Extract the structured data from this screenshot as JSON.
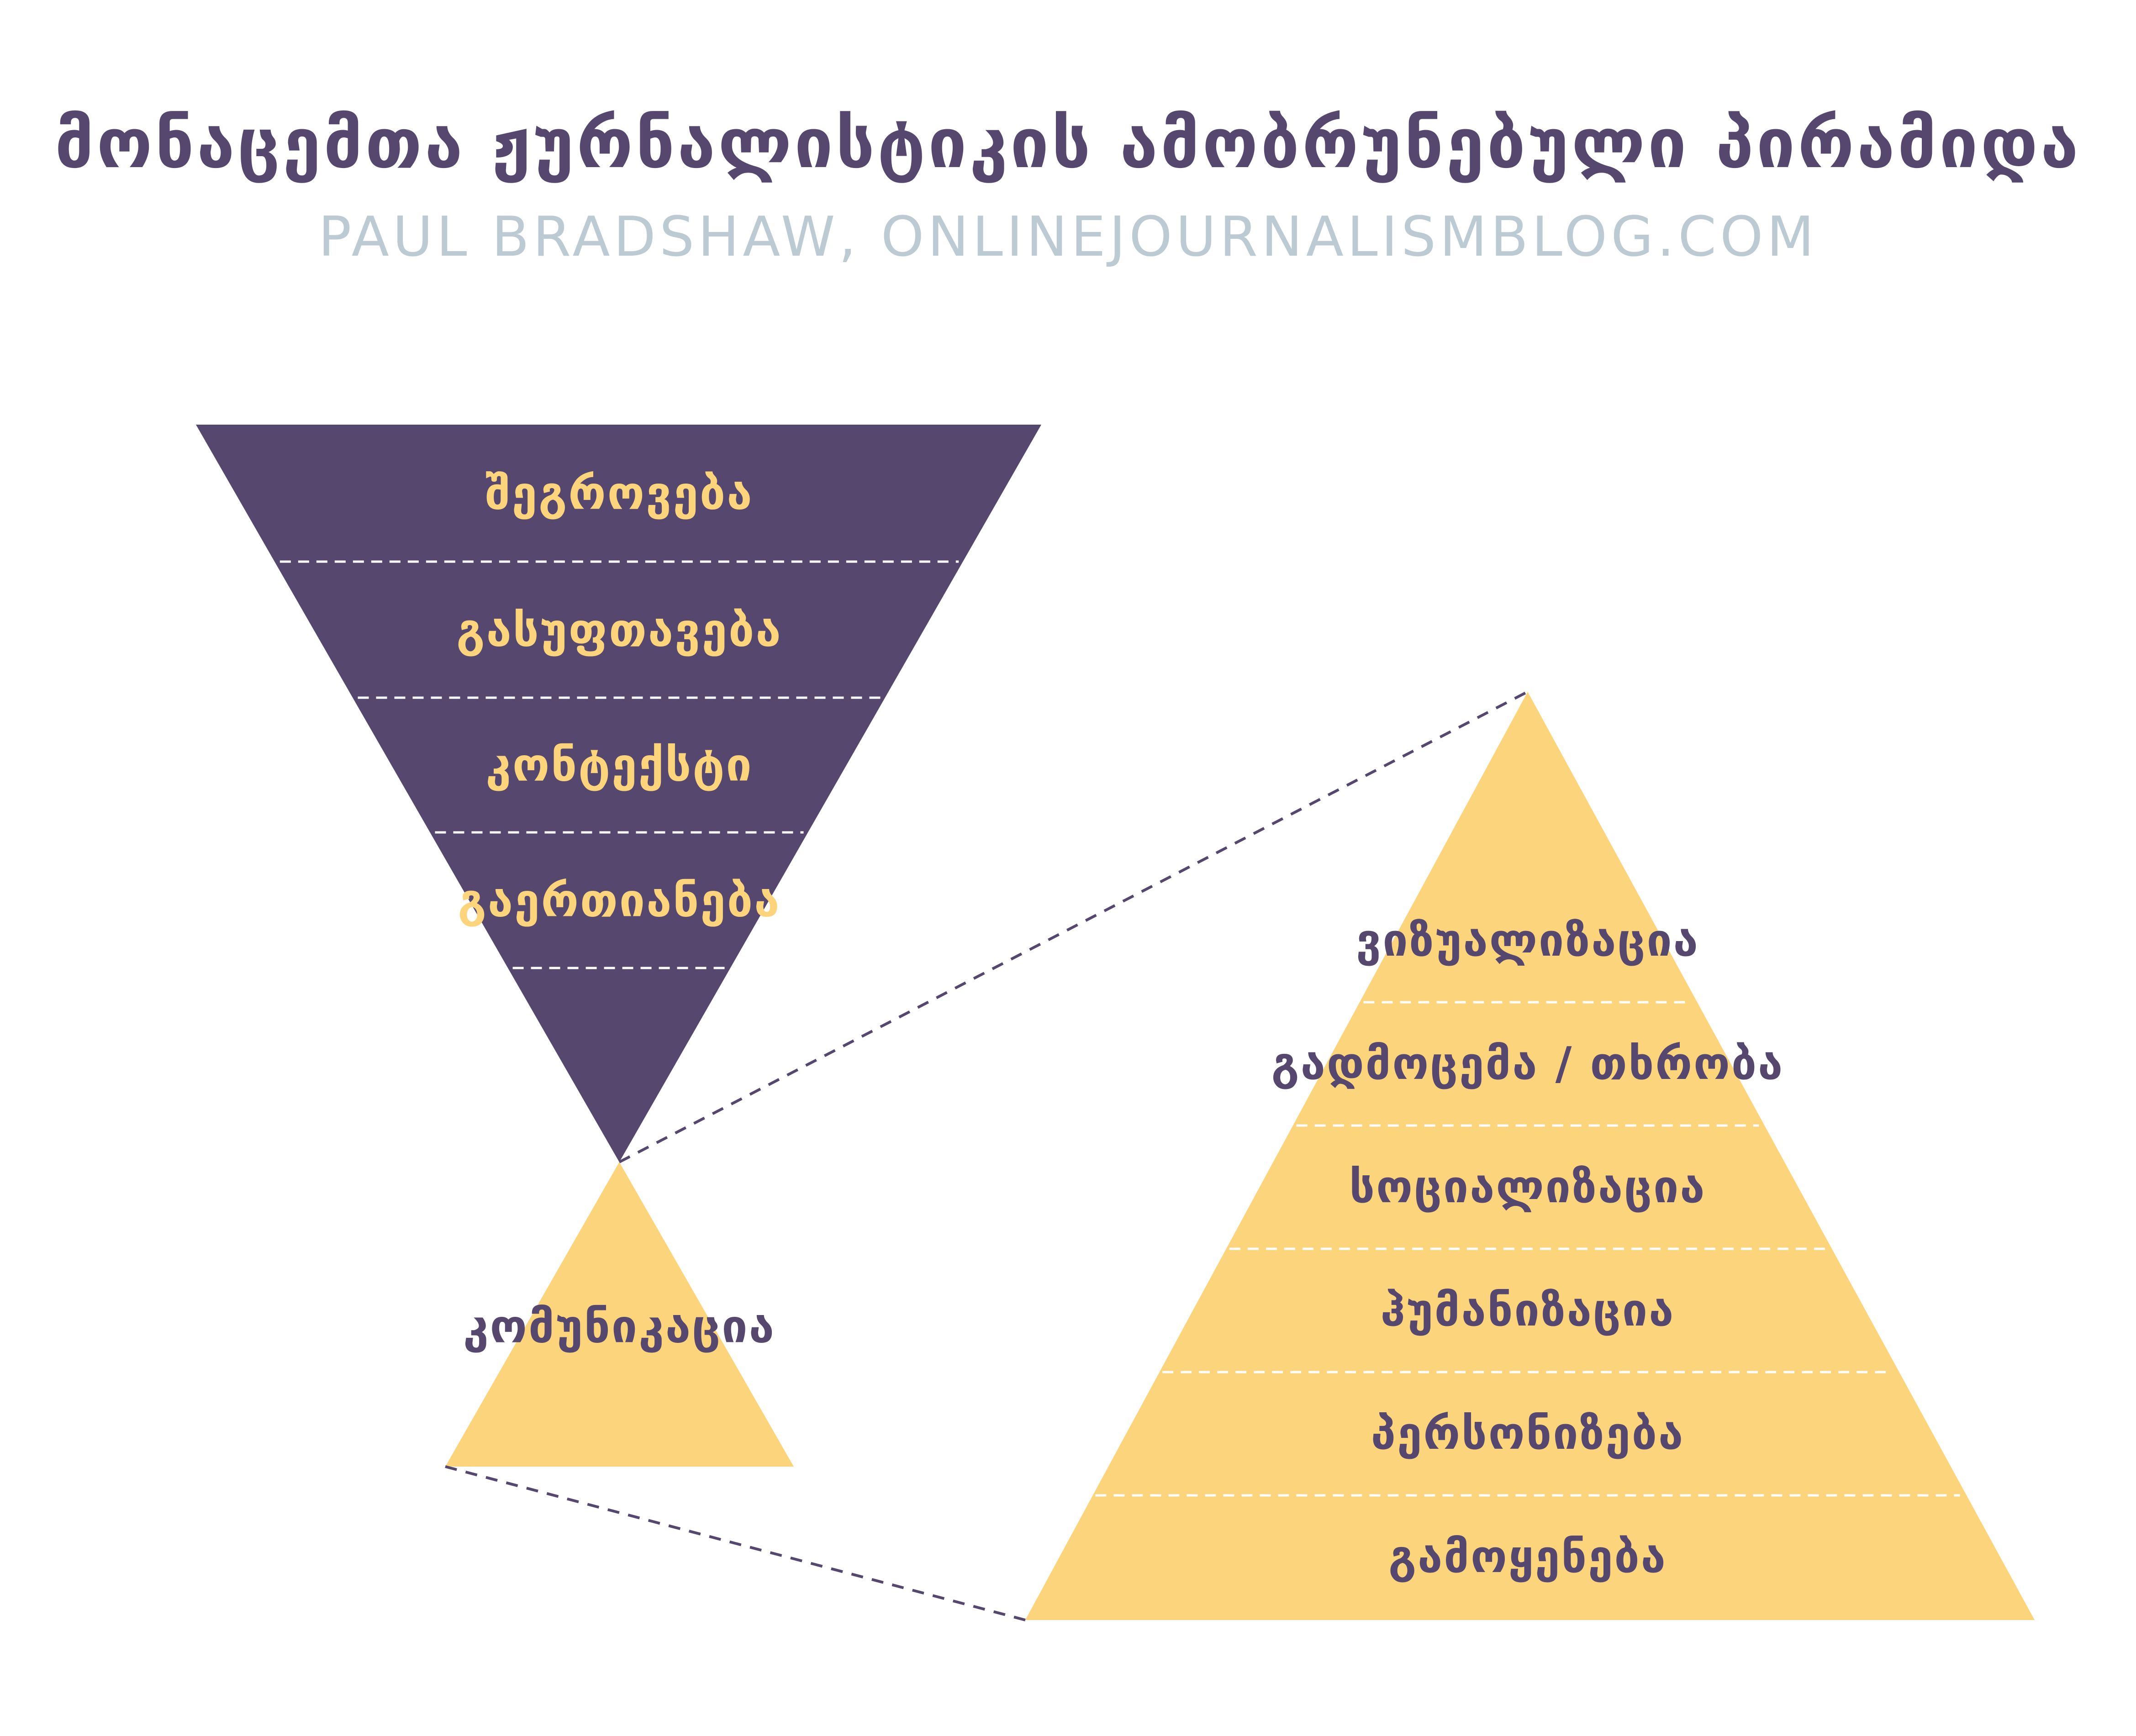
{
  "title": "მონაცემთა ჟურნალისტიკის ამობრუნებული პირამიდა",
  "subtitle": "PAUL BRADSHAW, ONLINEJOURNALISMBLOG.COM",
  "colors": {
    "purple": "#55476e",
    "yellow": "#fcd47c",
    "subtitle": "#bccad3",
    "divider": "#ffffff",
    "connector": "#55476e"
  },
  "inverted_pyramid": {
    "layers": [
      "შეგროვება",
      "გასუფთავება",
      "კონტექსტი",
      "გაერთიანება",
      ""
    ]
  },
  "small_pyramid": {
    "label": "კომუნიკაცია"
  },
  "large_pyramid": {
    "layers": [
      "ვიზუალიზაცია",
      "გადმოცემა / თხრობა",
      "სოციალიზაცია",
      "ჰუმანიზაცია",
      "პერსონიზება",
      "გამოყენება"
    ]
  }
}
